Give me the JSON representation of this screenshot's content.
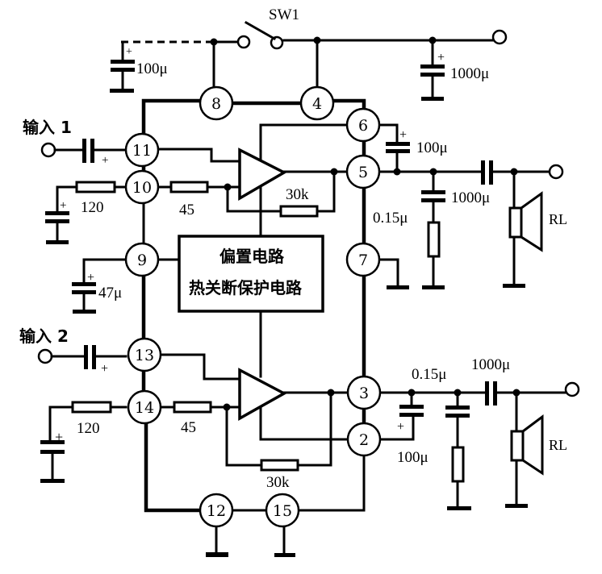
{
  "diagram": {
    "type": "circuit-schematic",
    "description": "Dual-channel audio power amplifier IC application circuit",
    "switch": {
      "label": "SW1"
    },
    "inputs": [
      {
        "label": "输入 1"
      },
      {
        "label": "输入 2"
      }
    ],
    "block": {
      "line1": "偏置电路",
      "line2": "热关断保护电路"
    },
    "pins": [
      "8",
      "4",
      "6",
      "11",
      "10",
      "5",
      "9",
      "7",
      "13",
      "14",
      "3",
      "2",
      "12",
      "15"
    ],
    "components": {
      "c_supply_small": "100μ",
      "c_supply_big": "1000μ",
      "c_bootstrap1": "100μ",
      "c_out1": "1000μ",
      "c_zobel1": "0.15μ",
      "r_in1_ground": "120",
      "r_in1_series": "45",
      "r_fb1": "30k",
      "c_bias": "47μ",
      "r_in2_ground": "120",
      "r_in2_series": "45",
      "r_fb2": "30k",
      "c_zobel2": "0.15μ",
      "c_out2": "1000μ",
      "c_bootstrap2": "100μ",
      "load1": "RL",
      "load2": "RL"
    }
  }
}
